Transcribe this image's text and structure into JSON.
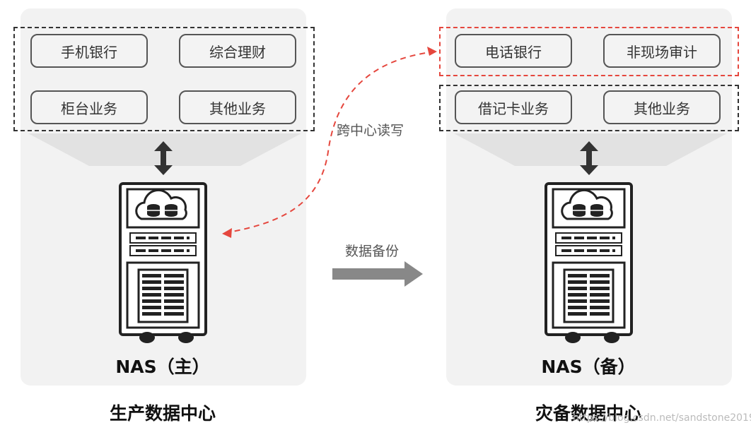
{
  "primary": {
    "apps": [
      "手机银行",
      "综合理财",
      "柜台业务",
      "其他业务"
    ],
    "nas_label": "NAS（主）",
    "title": "生产数据中心"
  },
  "backup": {
    "apps_top": [
      "电话银行",
      "非现场审计"
    ],
    "apps_bottom": [
      "借记卡业务",
      "其他业务"
    ],
    "nas_label": "NAS（备）",
    "title": "灾备数据中心"
  },
  "links": {
    "cross_center_label": "跨中心读写",
    "backup_label": "数据备份"
  },
  "watermark": "https://blog.csdn.net/sandstone2019",
  "colors": {
    "accent_red": "#e5473e",
    "panel_bg": "#f2f2f2",
    "server_dark": "#222222",
    "arrow_gray": "#888888"
  }
}
